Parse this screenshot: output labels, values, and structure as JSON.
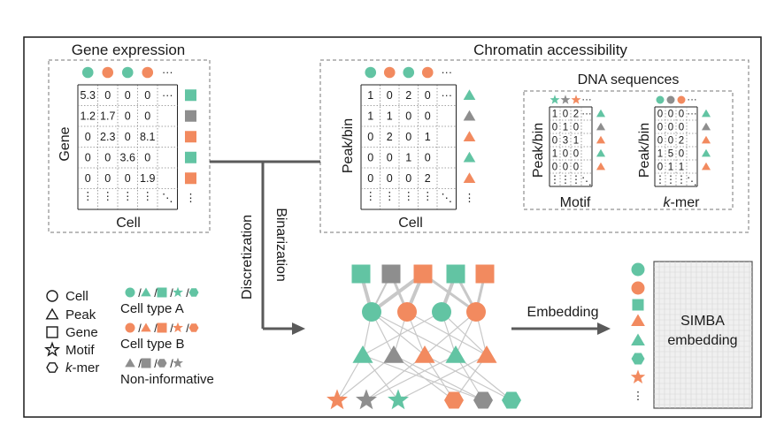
{
  "colors": {
    "green": "#62c4a3",
    "orange": "#f28a5f",
    "gray": "#8e8e8e",
    "frame": "#1a1a1a",
    "edge": "#c8c8c8",
    "arrow": "#5a5a5a"
  },
  "gene_panel": {
    "title": "Gene expression",
    "row_label": "Gene",
    "col_label": "Cell",
    "header_colors": [
      "green",
      "orange",
      "green",
      "orange"
    ],
    "rows": [
      [
        "5.3",
        "0",
        "0",
        "0",
        "..."
      ],
      [
        "1.2",
        "1.7",
        "0",
        "0",
        ""
      ],
      [
        "0",
        "2.3",
        "0",
        "8.1",
        ""
      ],
      [
        "0",
        "0",
        "3.6",
        "0",
        ""
      ],
      [
        "0",
        "0",
        "0",
        "1.9",
        ""
      ]
    ],
    "row_markers": [
      "green",
      "gray",
      "orange",
      "green",
      "orange"
    ]
  },
  "chrom_panel": {
    "title": "Chromatin accessibility",
    "row_label": "Peak/bin",
    "col_label": "Cell",
    "header_colors": [
      "green",
      "orange",
      "green",
      "orange"
    ],
    "rows": [
      [
        "1",
        "0",
        "2",
        "0",
        "..."
      ],
      [
        "1",
        "1",
        "0",
        "0",
        ""
      ],
      [
        "0",
        "2",
        "0",
        "1",
        ""
      ],
      [
        "0",
        "0",
        "1",
        "0",
        ""
      ],
      [
        "0",
        "0",
        "0",
        "2",
        ""
      ]
    ],
    "row_markers": [
      "green",
      "gray",
      "orange",
      "green",
      "orange"
    ]
  },
  "dna_panel": {
    "title": "DNA sequences",
    "motif": {
      "row_label": "Peak/bin",
      "col_label": "Motif",
      "header_colors": [
        "green",
        "gray",
        "orange"
      ],
      "rows": [
        [
          "1",
          "0",
          "2"
        ],
        [
          "0",
          "1",
          "0"
        ],
        [
          "0",
          "3",
          "1"
        ],
        [
          "1",
          "0",
          "0"
        ],
        [
          "0",
          "0",
          "0"
        ]
      ],
      "row_markers": [
        "green",
        "gray",
        "orange",
        "green",
        "orange"
      ]
    },
    "kmer": {
      "row_label": "Peak/bin",
      "col_label_italic": "k",
      "col_label_rest": "-mer",
      "header_colors": [
        "green",
        "gray",
        "orange"
      ],
      "rows": [
        [
          "0",
          "0",
          "0"
        ],
        [
          "0",
          "0",
          "0"
        ],
        [
          "0",
          "0",
          "2"
        ],
        [
          "1",
          "5",
          "0"
        ],
        [
          "0",
          "1",
          "1"
        ]
      ],
      "row_markers": [
        "green",
        "gray",
        "orange",
        "green",
        "orange"
      ]
    }
  },
  "flow": {
    "discretization": "Discretization",
    "binarization": "Binarization",
    "embedding_arrow": "Embedding"
  },
  "legend": {
    "node_types": [
      {
        "shape": "circle",
        "label": "Cell"
      },
      {
        "shape": "triangle",
        "label": "Peak"
      },
      {
        "shape": "square",
        "label": "Gene"
      },
      {
        "shape": "star",
        "label": "Motif"
      },
      {
        "shape": "hexagon",
        "label_italic": "k",
        "label_rest": "-mer"
      }
    ],
    "color_groups": [
      {
        "color": "green",
        "label": "Cell type A"
      },
      {
        "color": "orange",
        "label": "Cell type B"
      },
      {
        "color": "gray",
        "label": "Non-informative"
      }
    ]
  },
  "graph": {
    "top_row": [
      "green",
      "gray",
      "orange",
      "green",
      "orange"
    ],
    "cell_row": [
      "green",
      "orange",
      "green",
      "orange"
    ],
    "peak_row": [
      "green",
      "gray",
      "orange",
      "green",
      "orange"
    ],
    "bottom_row": [
      {
        "shape": "star",
        "color": "orange"
      },
      {
        "shape": "star",
        "color": "gray"
      },
      {
        "shape": "star",
        "color": "green"
      },
      {
        "shape": "hexagon",
        "color": "orange"
      },
      {
        "shape": "hexagon",
        "color": "gray"
      },
      {
        "shape": "hexagon",
        "color": "green"
      }
    ]
  },
  "embedding": {
    "label_line1": "SIMBA",
    "label_line2": "embedding",
    "markers": [
      {
        "shape": "circle",
        "color": "green"
      },
      {
        "shape": "circle",
        "color": "orange"
      },
      {
        "shape": "square",
        "color": "green"
      },
      {
        "shape": "triangle",
        "color": "orange"
      },
      {
        "shape": "triangle",
        "color": "green"
      },
      {
        "shape": "hexagon",
        "color": "green"
      },
      {
        "shape": "star",
        "color": "orange"
      }
    ]
  }
}
